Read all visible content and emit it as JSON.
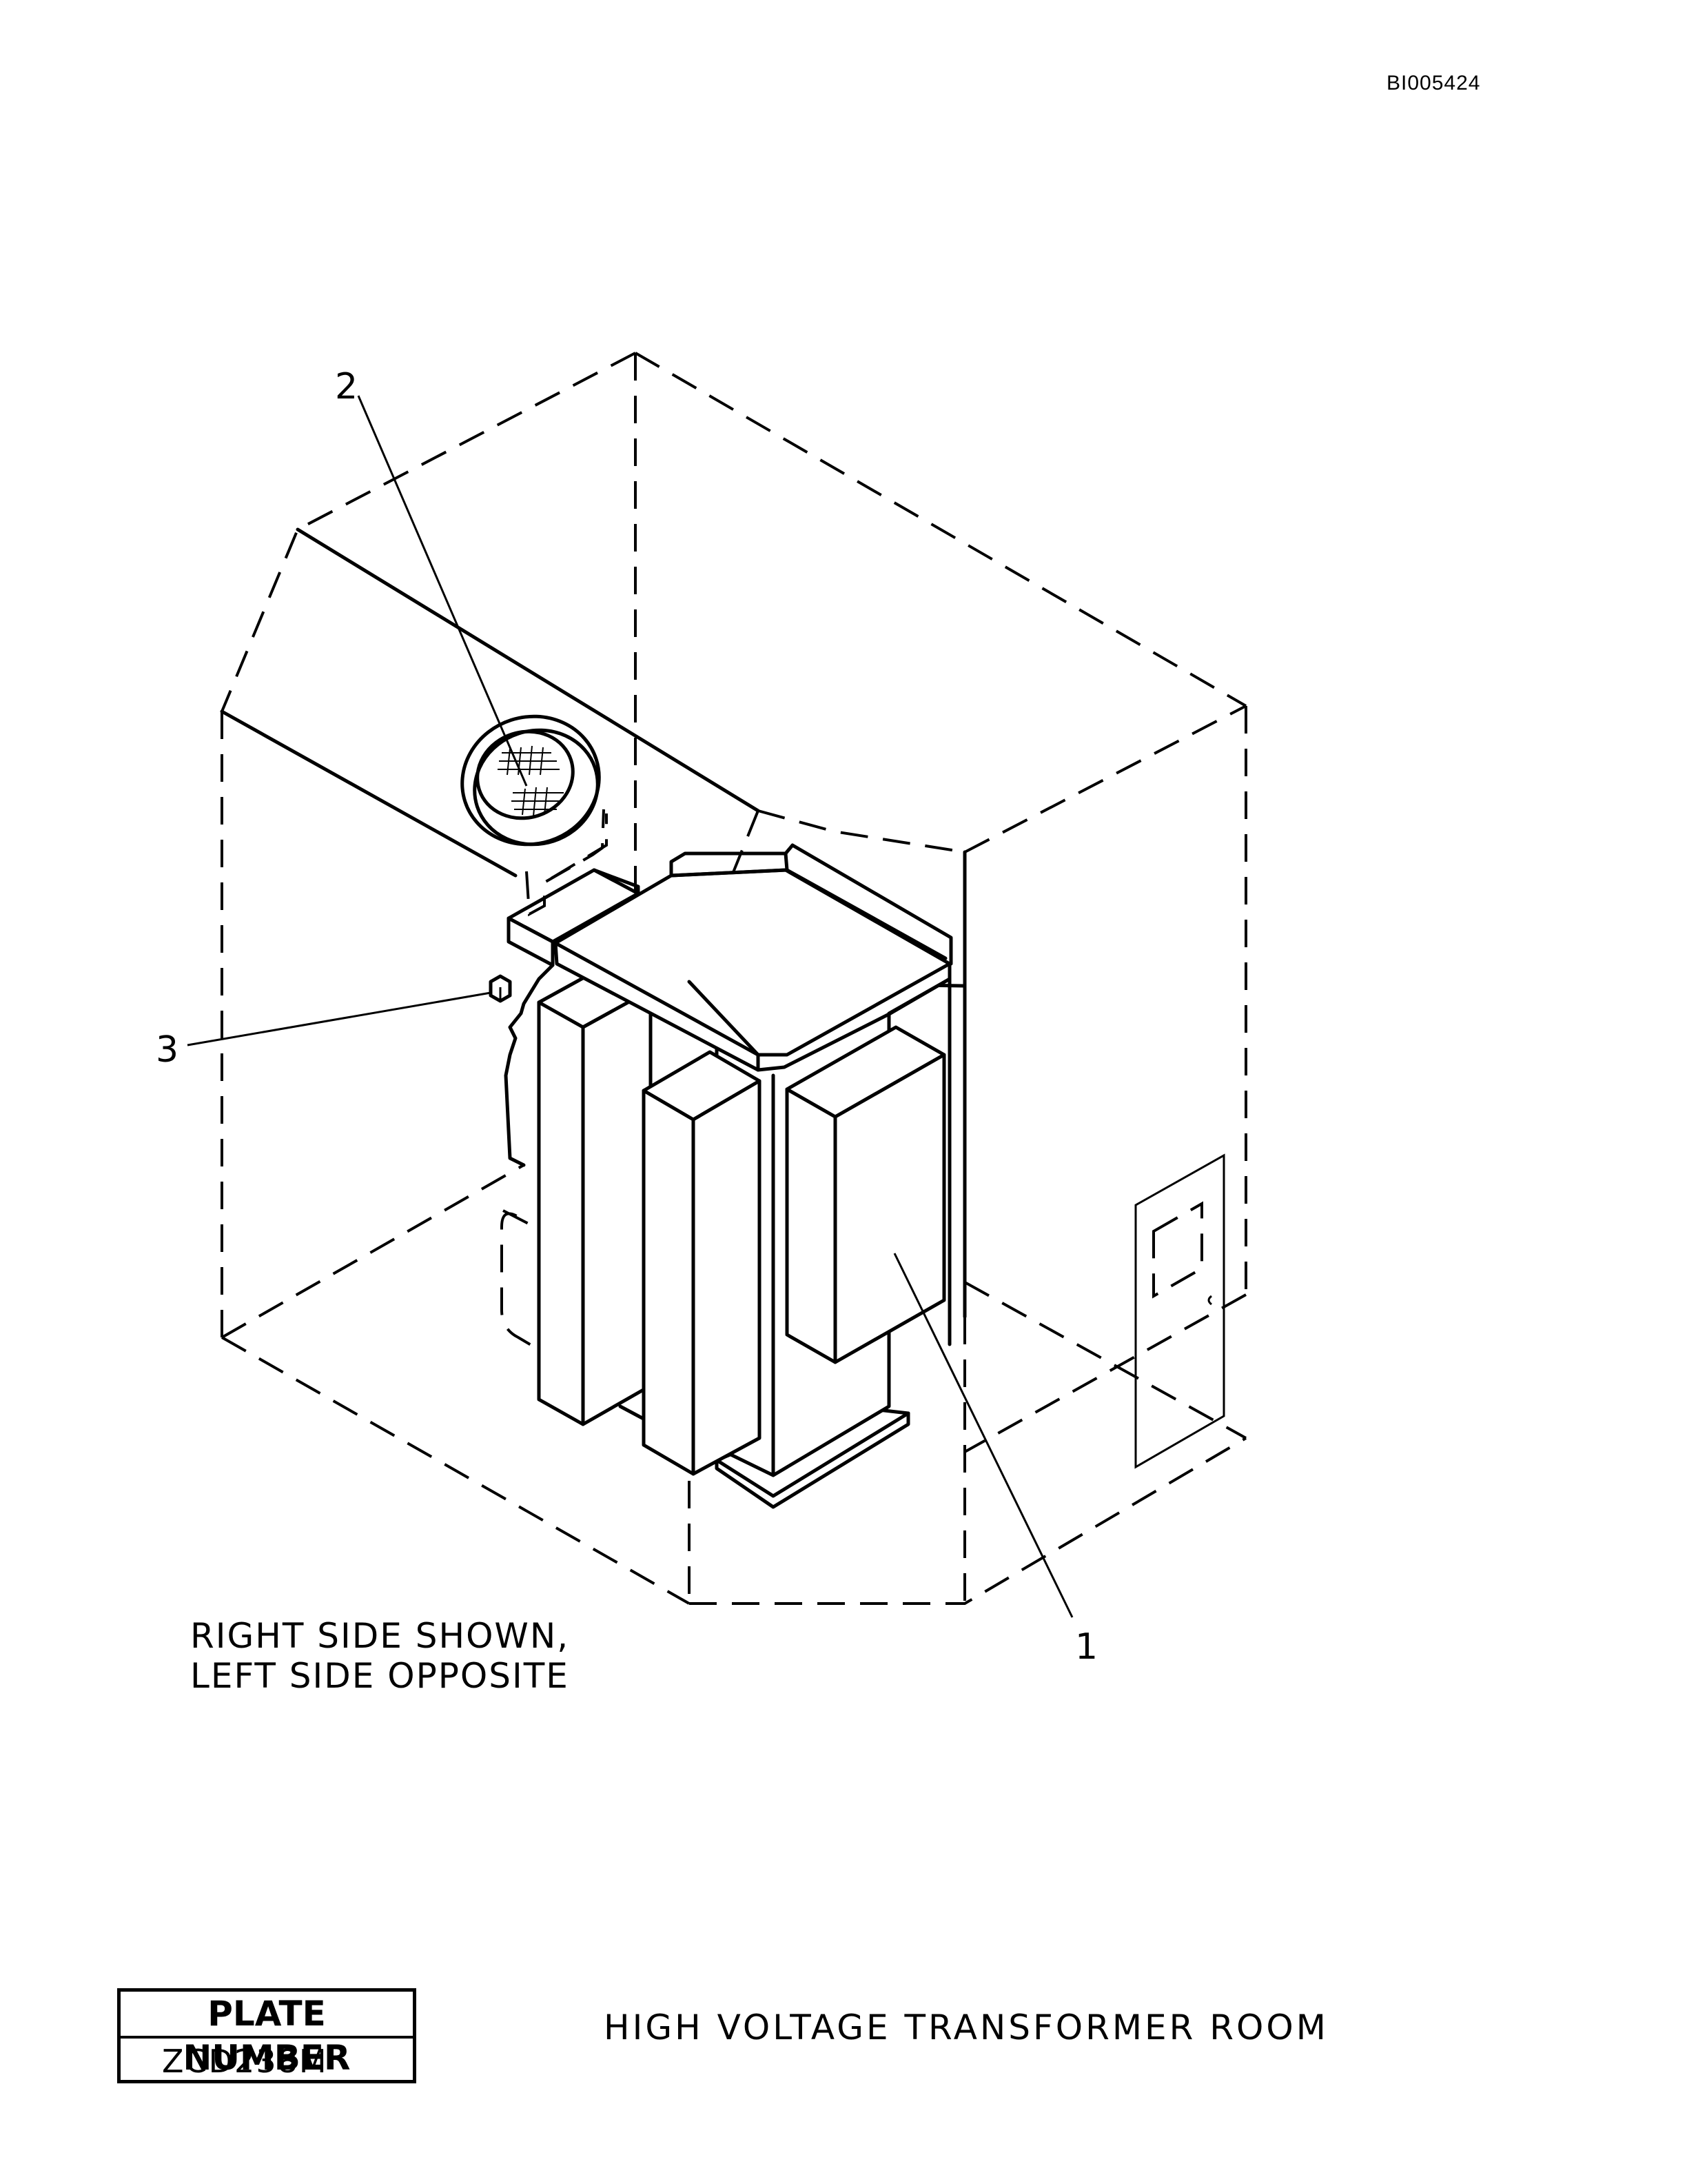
{
  "document": {
    "id": "BI005424"
  },
  "diagram": {
    "callouts": [
      "1",
      "2",
      "3"
    ],
    "note": [
      "RIGHT SIDE SHOWN,",
      "LEFT SIDE OPPOSITE"
    ]
  },
  "plate": {
    "label": "PLATE NUMBER",
    "value": "ZCD238M"
  },
  "title": "HIGH VOLTAGE TRANSFORMER ROOM"
}
